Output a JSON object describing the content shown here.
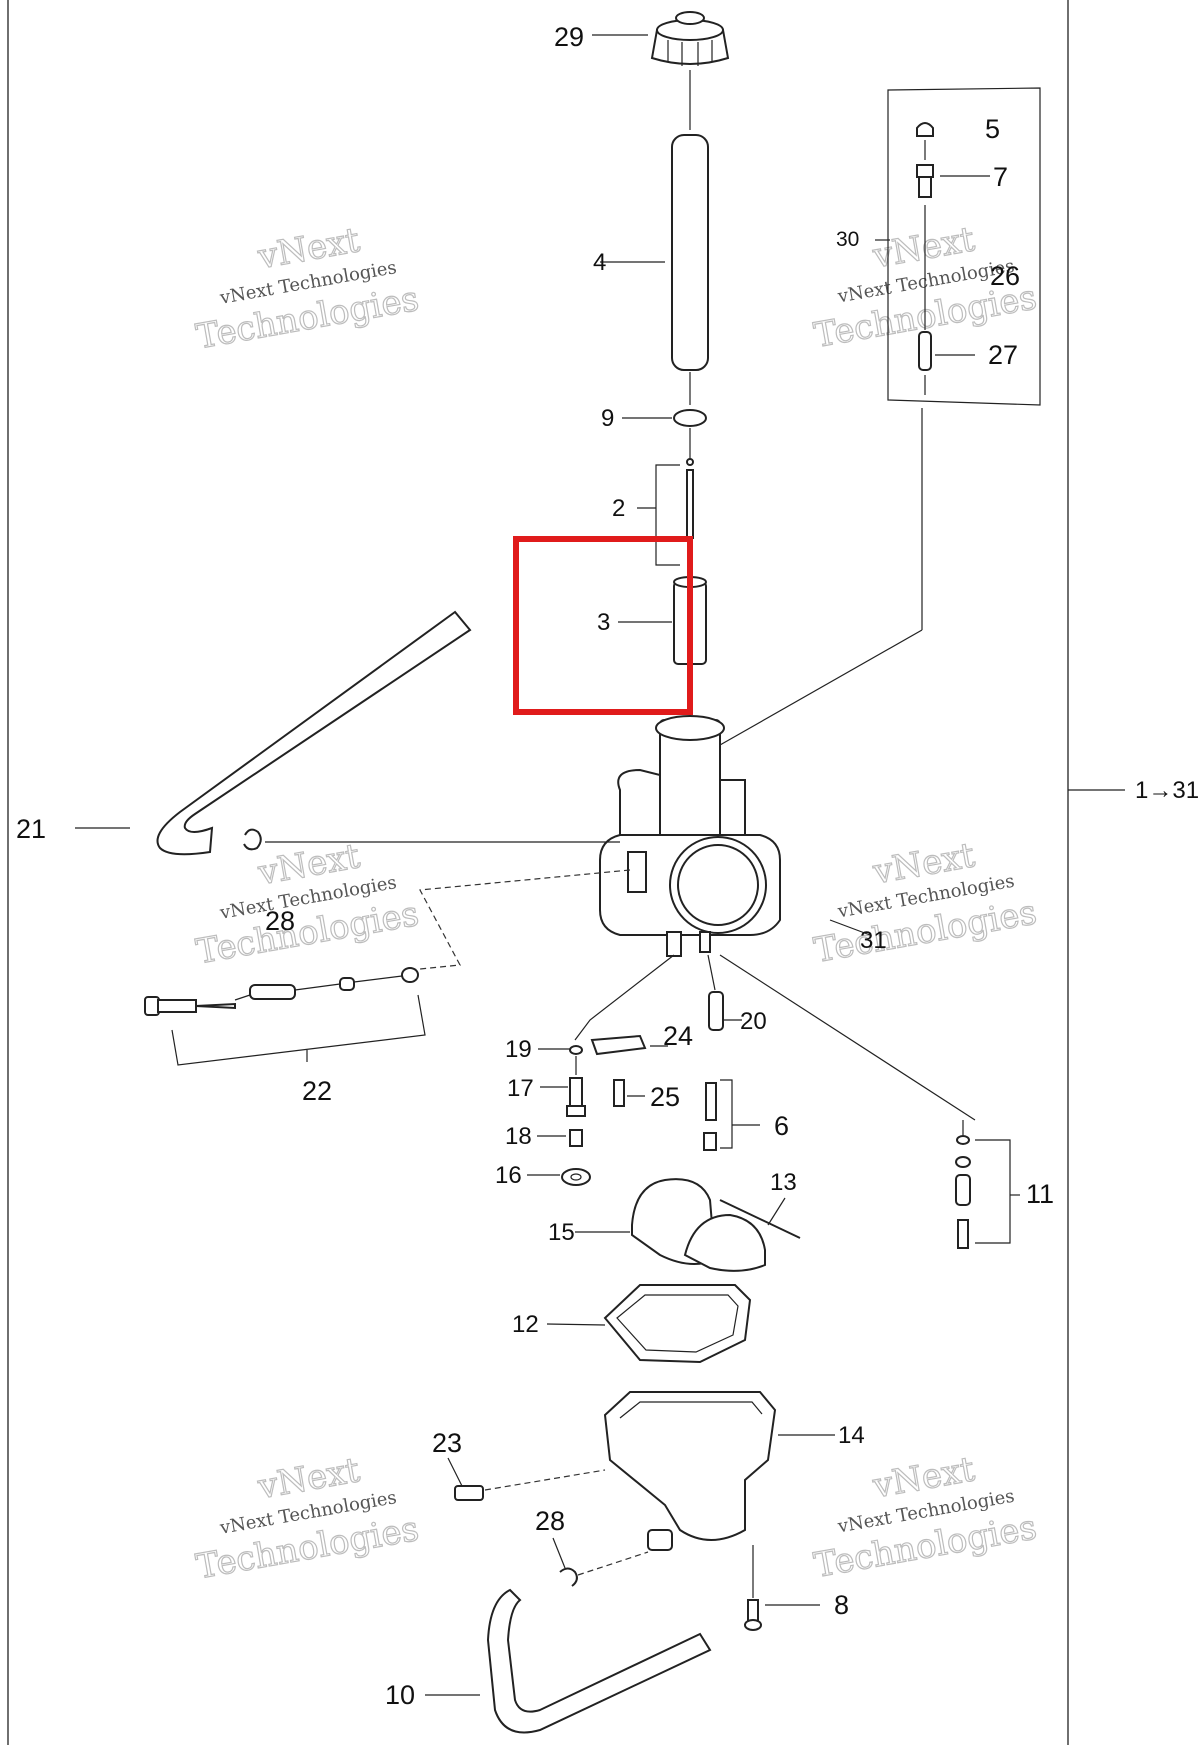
{
  "callouts": [
    {
      "id": "29",
      "text": "29"
    },
    {
      "id": "4",
      "text": "4"
    },
    {
      "id": "9",
      "text": "9"
    },
    {
      "id": "2",
      "text": "2"
    },
    {
      "id": "3",
      "text": "3"
    },
    {
      "id": "5",
      "text": "5"
    },
    {
      "id": "7",
      "text": "7"
    },
    {
      "id": "30",
      "text": "30"
    },
    {
      "id": "26",
      "text": "26"
    },
    {
      "id": "27",
      "text": "27"
    },
    {
      "id": "21",
      "text": "21"
    },
    {
      "id": "28a",
      "text": "28"
    },
    {
      "id": "31",
      "text": "31"
    },
    {
      "id": "22",
      "text": "22"
    },
    {
      "id": "19",
      "text": "19"
    },
    {
      "id": "24",
      "text": "24"
    },
    {
      "id": "20",
      "text": "20"
    },
    {
      "id": "17",
      "text": "17"
    },
    {
      "id": "25",
      "text": "25"
    },
    {
      "id": "6",
      "text": "6"
    },
    {
      "id": "18",
      "text": "18"
    },
    {
      "id": "16",
      "text": "16"
    },
    {
      "id": "13",
      "text": "13"
    },
    {
      "id": "11",
      "text": "11"
    },
    {
      "id": "15",
      "text": "15"
    },
    {
      "id": "12",
      "text": "12"
    },
    {
      "id": "14",
      "text": "14"
    },
    {
      "id": "23",
      "text": "23"
    },
    {
      "id": "28b",
      "text": "28"
    },
    {
      "id": "8",
      "text": "8"
    },
    {
      "id": "10",
      "text": "10"
    }
  ],
  "range_label": "1→31",
  "highlight": {
    "color": "#e01b1b",
    "target_callout": "3"
  },
  "watermark": {
    "line1": "vNext Technologies",
    "line2": "vNext",
    "line3": "Technologies"
  }
}
